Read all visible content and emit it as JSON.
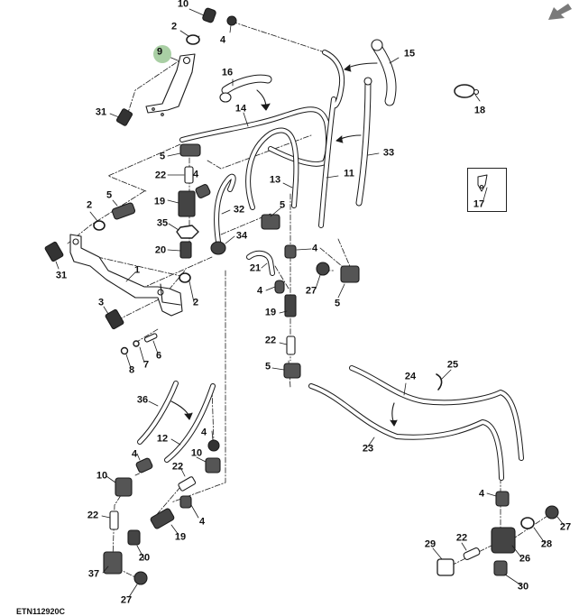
{
  "figure": {
    "id": "ETN112920C",
    "highlighted_callout": "9",
    "highlight_color": "#a9cfa4",
    "line_color": "#1a1a1a",
    "nav_arrow_icon": "arrow-down-left-icon",
    "nav_arrow_color": "#7a7a7a"
  },
  "callouts": [
    {
      "id": "c10a",
      "text": "10"
    },
    {
      "id": "c2a",
      "text": "2"
    },
    {
      "id": "c4a",
      "text": "4"
    },
    {
      "id": "c9",
      "text": "9"
    },
    {
      "id": "c31a",
      "text": "31"
    },
    {
      "id": "c16",
      "text": "16"
    },
    {
      "id": "c14",
      "text": "14"
    },
    {
      "id": "c15",
      "text": "15"
    },
    {
      "id": "c18",
      "text": "18"
    },
    {
      "id": "c33",
      "text": "33"
    },
    {
      "id": "c11",
      "text": "11"
    },
    {
      "id": "c17",
      "text": "17"
    },
    {
      "id": "c5a",
      "text": "5"
    },
    {
      "id": "c22a",
      "text": "22"
    },
    {
      "id": "c4b",
      "text": "4"
    },
    {
      "id": "c19a",
      "text": "19"
    },
    {
      "id": "c35",
      "text": "35"
    },
    {
      "id": "c20a",
      "text": "20"
    },
    {
      "id": "c32",
      "text": "32"
    },
    {
      "id": "c34",
      "text": "34"
    },
    {
      "id": "c13",
      "text": "13"
    },
    {
      "id": "c5b",
      "text": "5"
    },
    {
      "id": "c2b",
      "text": "2"
    },
    {
      "id": "c5c",
      "text": "5"
    },
    {
      "id": "c31b",
      "text": "31"
    },
    {
      "id": "c1",
      "text": "1"
    },
    {
      "id": "c2c",
      "text": "2"
    },
    {
      "id": "c3",
      "text": "3"
    },
    {
      "id": "c6",
      "text": "6"
    },
    {
      "id": "c7",
      "text": "7"
    },
    {
      "id": "c8",
      "text": "8"
    },
    {
      "id": "c21",
      "text": "21"
    },
    {
      "id": "c4c",
      "text": "4"
    },
    {
      "id": "c4d",
      "text": "4"
    },
    {
      "id": "c27a",
      "text": "27"
    },
    {
      "id": "c5d",
      "text": "5"
    },
    {
      "id": "c19b",
      "text": "19"
    },
    {
      "id": "c22b",
      "text": "22"
    },
    {
      "id": "c5e",
      "text": "5"
    },
    {
      "id": "c24",
      "text": "24"
    },
    {
      "id": "c25",
      "text": "25"
    },
    {
      "id": "c23",
      "text": "23"
    },
    {
      "id": "c36",
      "text": "36"
    },
    {
      "id": "c12",
      "text": "12"
    },
    {
      "id": "c4e",
      "text": "4"
    },
    {
      "id": "c4f",
      "text": "4"
    },
    {
      "id": "c10b",
      "text": "10"
    },
    {
      "id": "c10c",
      "text": "10"
    },
    {
      "id": "c22c",
      "text": "22"
    },
    {
      "id": "c22d",
      "text": "22"
    },
    {
      "id": "c4g",
      "text": "4"
    },
    {
      "id": "c19c",
      "text": "19"
    },
    {
      "id": "c20b",
      "text": "20"
    },
    {
      "id": "c37",
      "text": "37"
    },
    {
      "id": "c27b",
      "text": "27"
    },
    {
      "id": "c4h",
      "text": "4"
    },
    {
      "id": "c27c",
      "text": "27"
    },
    {
      "id": "c28",
      "text": "28"
    },
    {
      "id": "c22e",
      "text": "22"
    },
    {
      "id": "c29",
      "text": "29"
    },
    {
      "id": "c26",
      "text": "26"
    },
    {
      "id": "c30",
      "text": "30"
    }
  ]
}
